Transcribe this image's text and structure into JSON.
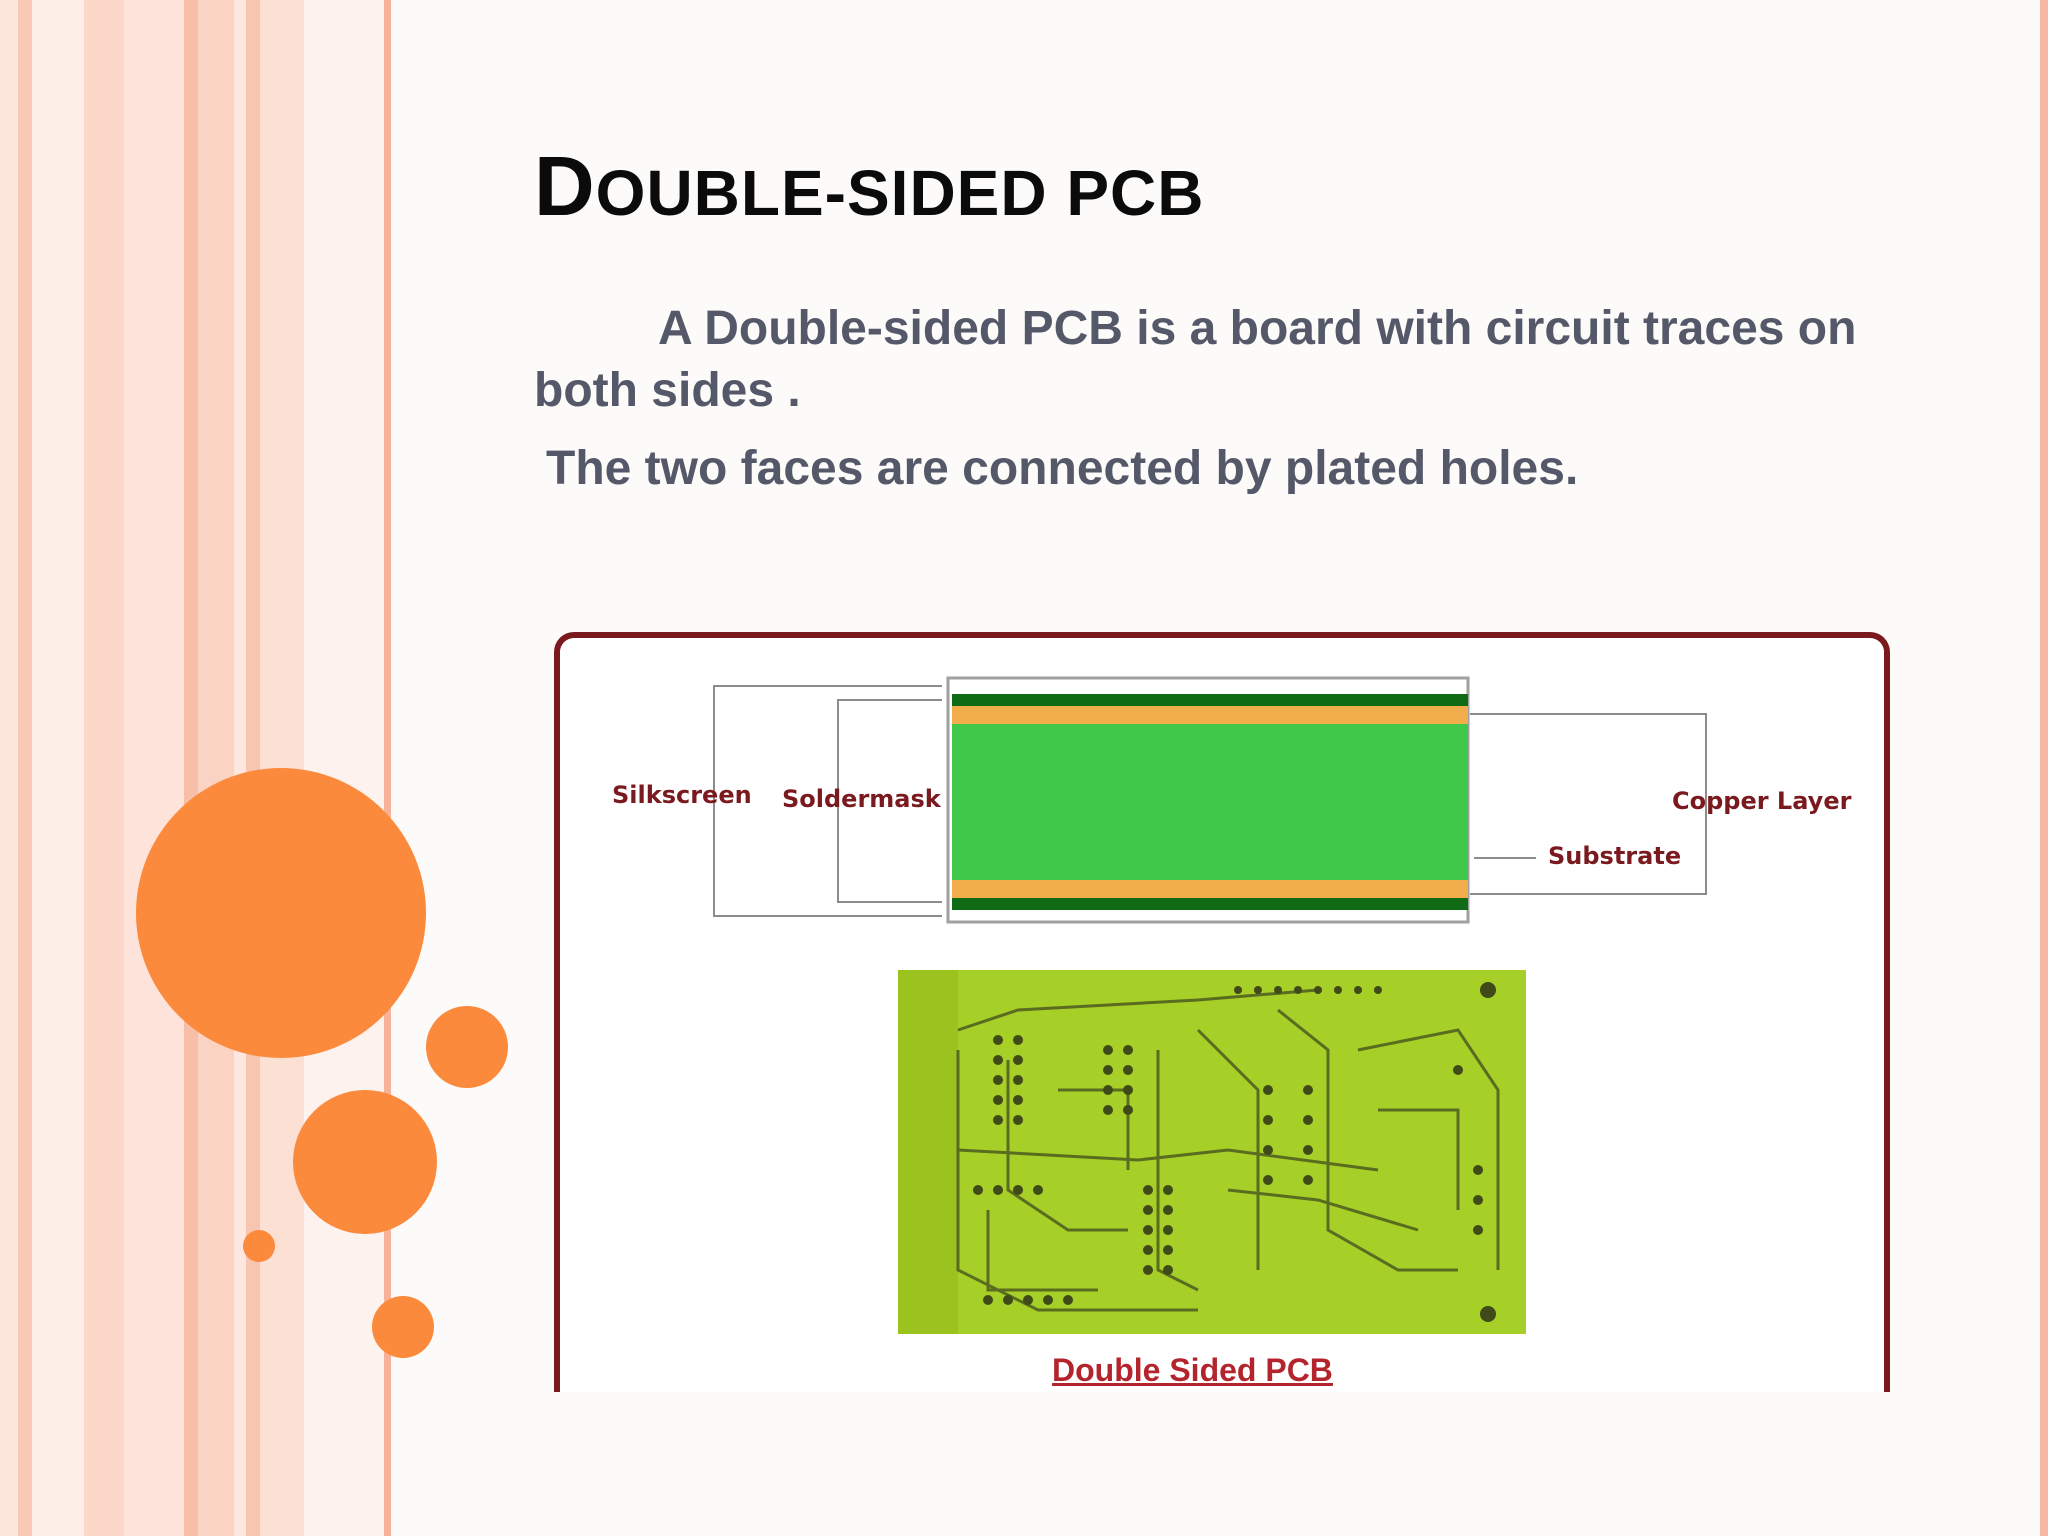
{
  "slide": {
    "title_first": "D",
    "title_rest": "OUBLE-SIDED PCB",
    "paragraph_1": "A Double-sided PCB is a board with circuit traces on both sides .",
    "paragraph_2": "The two faces are connected by plated holes."
  },
  "figure": {
    "labels": {
      "silkscreen": "Silkscreen",
      "soldermask": "Soldermask",
      "copper_layer": "Copper Layer",
      "substrate": "Substrate"
    },
    "caption": "Double Sided PCB",
    "colors": {
      "frame": "#7a1a1f",
      "silkscreen": "#ffffff",
      "soldermask": "#0f6b14",
      "copper": "#f2ae4a",
      "substrate": "#3fc84a",
      "board_photo": "#a6cf28"
    }
  },
  "theme": {
    "accent": "#fb8a3c",
    "title_color": "#0b0b0b",
    "body_color": "#545868"
  }
}
